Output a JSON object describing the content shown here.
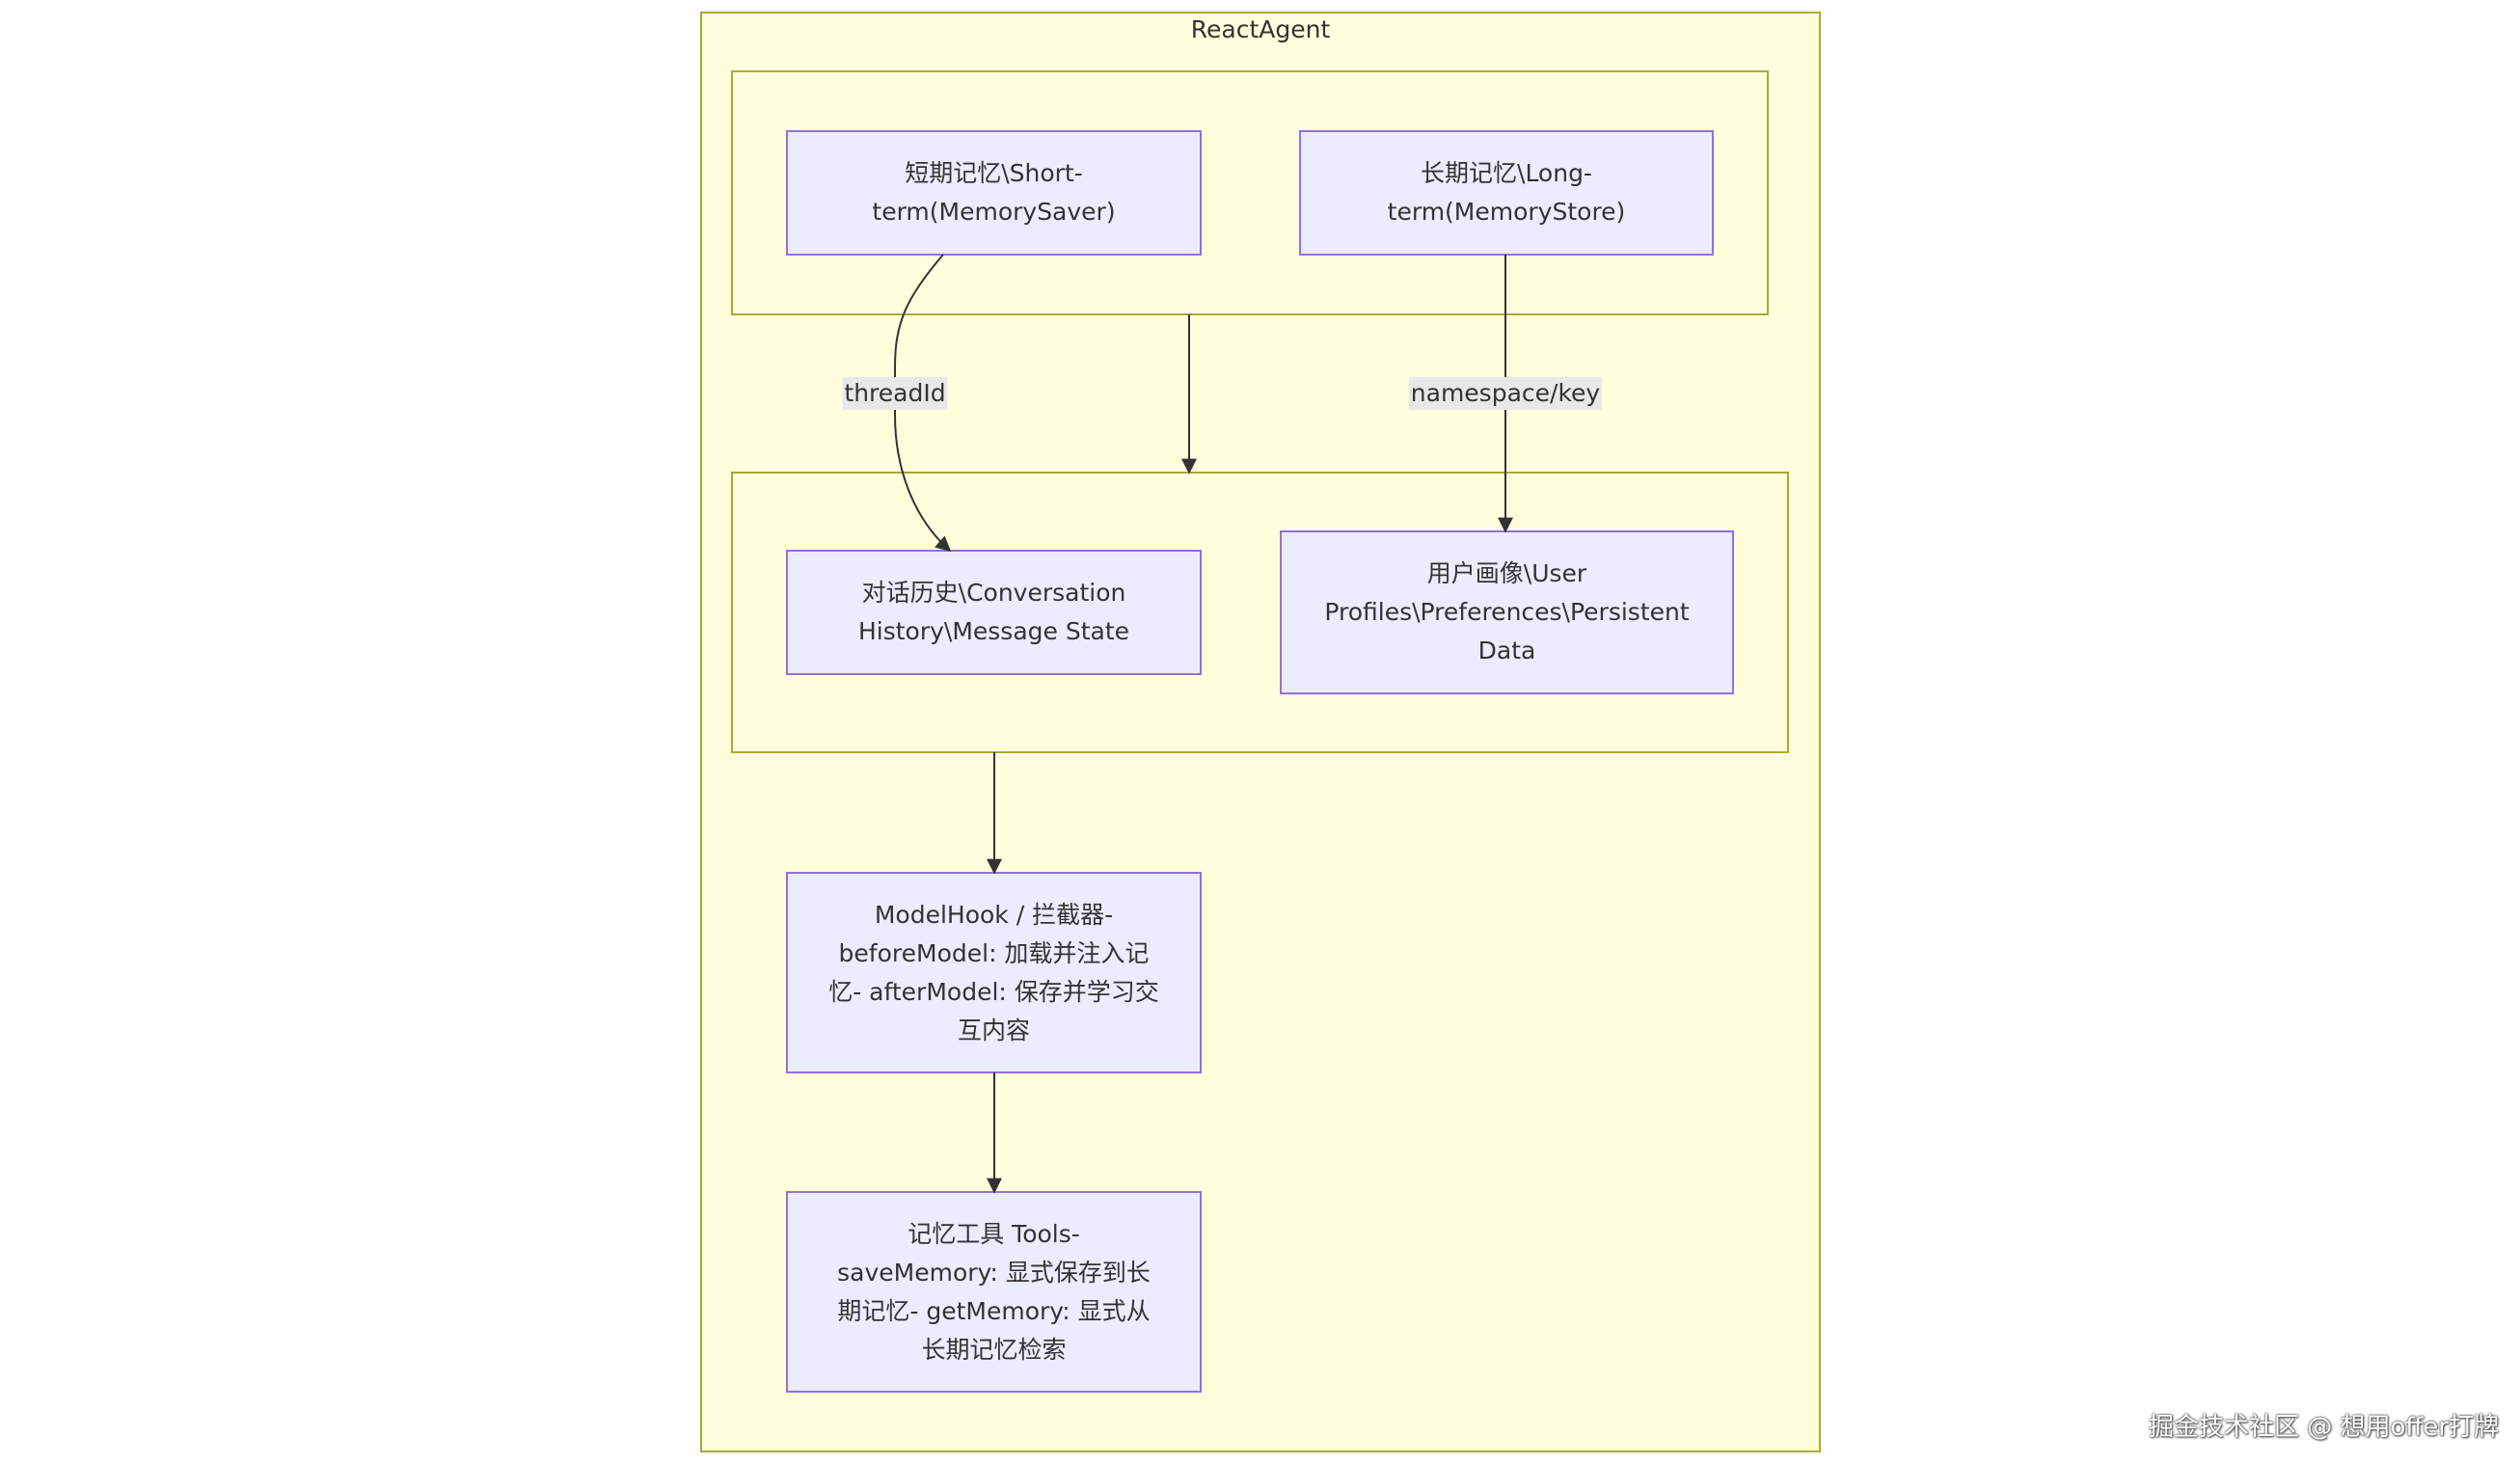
{
  "diagram": {
    "container_title": "ReactAgent",
    "nodes": {
      "short_term": "短期记忆\\Short-term(MemorySaver)",
      "long_term": "长期记忆\\Long-term(MemoryStore)",
      "conversation": "对话历史\\Conversation History\\Message State",
      "user_profiles": "用户画像\\User Profiles\\Preferences\\Persistent Data",
      "model_hook": "ModelHook / 拦截器- beforeModel: 加载并注入记忆- afterModel: 保存并学习交互内容",
      "memory_tools": "记忆工具 Tools- saveMemory: 显式保存到长期记忆- getMemory: 显式从长期记忆检索"
    },
    "edges": {
      "short_to_conversation": "threadId",
      "long_to_profiles": "namespace/key"
    }
  },
  "watermark": "掘金技术社区 @ 想用offer打牌",
  "colors": {
    "container_fill": "#ffffde",
    "container_stroke": "#aaaa33",
    "node_fill": "#ececff",
    "node_stroke": "#9370db",
    "edge": "#333333",
    "edge_label_bg": "#e8e8e8"
  }
}
